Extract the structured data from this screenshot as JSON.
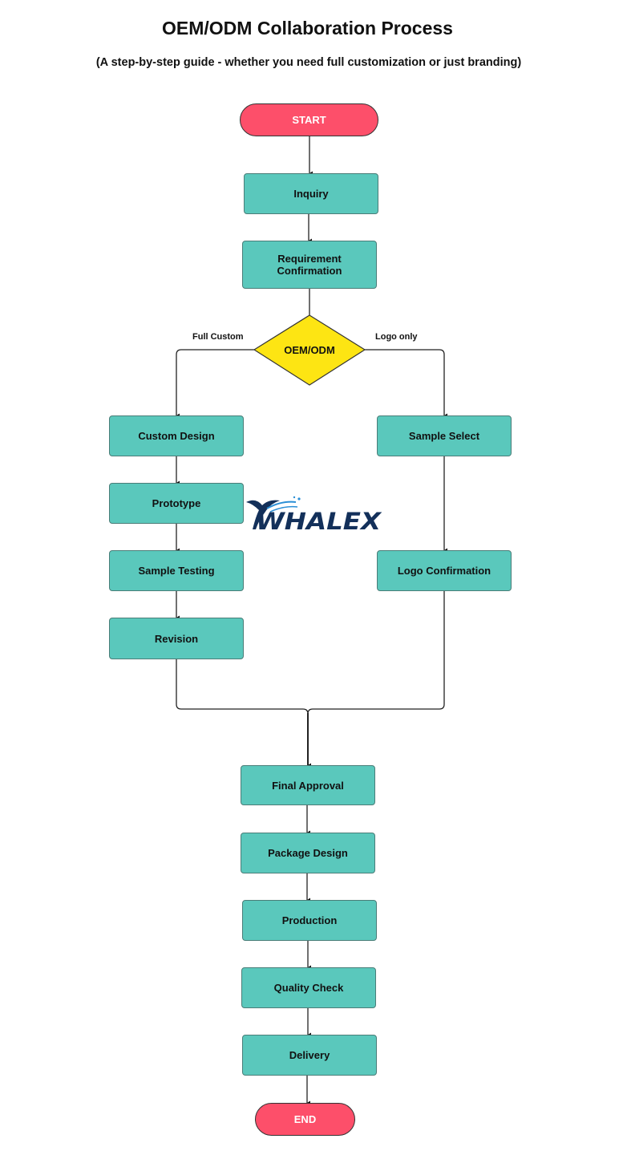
{
  "header": {
    "title": "OEM/ODM Collaboration Process",
    "subtitle": "(A step-by-step guide - whether you need full customization or just branding)"
  },
  "nodes": {
    "start": "START",
    "inquiry": "Inquiry",
    "requirement": "Requirement Confirmation",
    "decision": "OEM/ODM",
    "custom_design": "Custom Design",
    "prototype": "Prototype",
    "sample_testing": "Sample Testing",
    "revision": "Revision",
    "sample_select": "Sample Select",
    "logo_confirmation": "Logo Confirmation",
    "final_approval": "Final Approval",
    "package_design": "Package Design",
    "production": "Production",
    "quality_check": "Quality Check",
    "delivery": "Delivery",
    "end": "END"
  },
  "branches": {
    "left": "Full Custom",
    "right": "Logo only"
  },
  "logo": {
    "text": "WHALEX"
  },
  "colors": {
    "process": "#5ac8bc",
    "terminal": "#fd4f6a",
    "decision": "#fde513",
    "logo_text": "#13305a",
    "logo_accent": "#2b8fd6"
  }
}
